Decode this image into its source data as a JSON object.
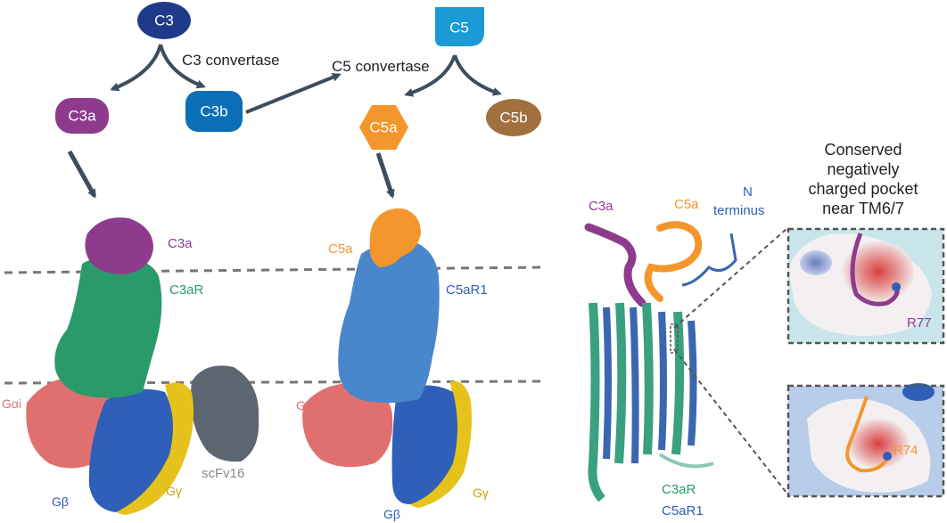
{
  "colors": {
    "arrow": "#3d4d5c",
    "c3": "#1f3a8a",
    "c3_node": "#1f3a8a",
    "c3a": "#8e3b8e",
    "c3b": "#0b6fb8",
    "c5": "#1b9ad6",
    "c5a": "#f3962c",
    "c5b": "#a0703f",
    "c3aR": "#2b9a6a",
    "c5aR1": "#4a86cc",
    "gai": "#e07070",
    "gb": "#2f5fb8",
    "gy": "#e6c21c",
    "scfv": "#5c6670",
    "membrane": "#777777",
    "helix_green": "#3aa080",
    "helix_blue": "#3a67b0",
    "pocket_bg": "#c8e6ea"
  },
  "flow": {
    "c3": "C3",
    "c3_convertase": "C3 convertase",
    "c3a": "C3a",
    "c3b": "C3b",
    "c5": "C5",
    "c5_convertase": "C5 convertase",
    "c5a": "C5a",
    "c5b": "C5b"
  },
  "left_structure": {
    "ligand": "C3a",
    "receptor": "C3aR",
    "gai": "Gαi",
    "gb": "Gβ",
    "gy": "Gγ",
    "scfv": "scFv16"
  },
  "middle_structure": {
    "ligand": "C5a",
    "receptor": "C5aR1",
    "gai": "Gαi",
    "gb": "Gβ",
    "gy": "Gγ"
  },
  "overlay": {
    "c3a": "C3a",
    "c5a": "C5a",
    "n_terminus_line1": "N",
    "n_terminus_line2": "terminus",
    "legend_c3ar": "C3aR",
    "legend_c5ar1": "C5aR1"
  },
  "pocket": {
    "title_line1": "Conserved",
    "title_line2": "negatively",
    "title_line3": "charged pocket",
    "title_line4": "near TM6/7",
    "top_residue": "R77",
    "bottom_residue": "R74"
  }
}
